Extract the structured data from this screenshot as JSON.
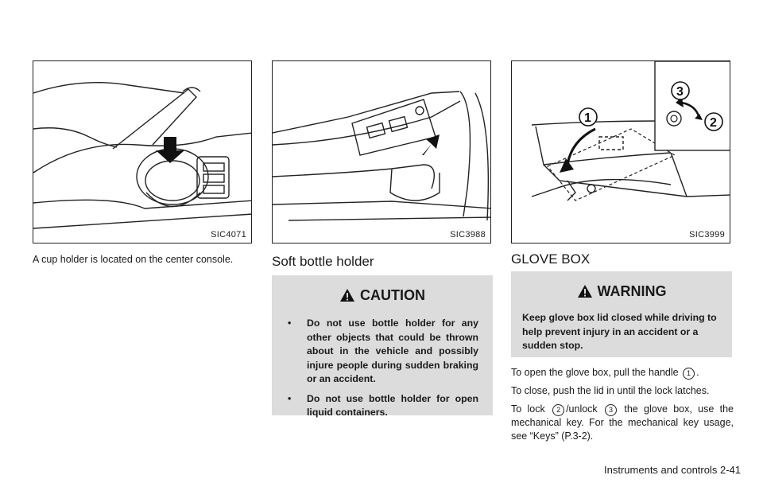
{
  "figures": {
    "fig1_code": "SIC4071",
    "fig2_code": "SIC3988",
    "fig3_code": "SIC3999"
  },
  "col1": {
    "text": "A cup holder is located on the center console."
  },
  "col2": {
    "heading": "Soft bottle holder",
    "caution_title": "CAUTION",
    "bullet_char": "•",
    "caution_items": [
      "Do not use bottle holder for any other objects that could be thrown about in the vehicle and possibly injure people during sudden braking or an accident.",
      "Do not use bottle holder for open liquid containers."
    ]
  },
  "col3": {
    "heading": "GLOVE BOX",
    "warning_title": "WARNING",
    "warning_text": "Keep glove box lid closed while driving to help prevent injury in an accident or a sudden stop.",
    "para1_pre": "To open the glove box, pull the handle",
    "para1_post": ".",
    "para2": "To close, push the lid in until the lock latches.",
    "para3_a": "To lock",
    "para3_b": "/unlock",
    "para3_c": "the glove box, use the mechanical key. For the mechanical key usage, see “Keys” (P.3-2).",
    "marker1": "1",
    "marker2": "2",
    "marker3": "3"
  },
  "footer": {
    "text": "Instruments and controls   2-41"
  }
}
